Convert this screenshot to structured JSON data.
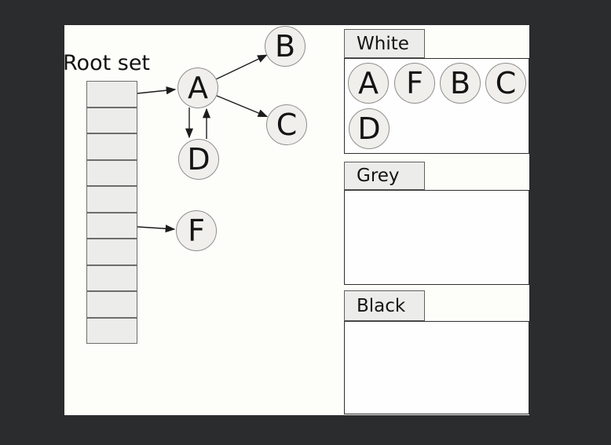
{
  "diagram": {
    "root_set": {
      "label": "Root set",
      "cell_count": 10,
      "pointer_cells": [
        1,
        6
      ]
    },
    "graph": {
      "nodes": [
        {
          "id": "A",
          "label": "A"
        },
        {
          "id": "B",
          "label": "B"
        },
        {
          "id": "C",
          "label": "C"
        },
        {
          "id": "D",
          "label": "D"
        },
        {
          "id": "F",
          "label": "F"
        }
      ],
      "edges": [
        {
          "from": "root-cell-1",
          "to": "A"
        },
        {
          "from": "root-cell-6",
          "to": "F"
        },
        {
          "from": "A",
          "to": "B"
        },
        {
          "from": "A",
          "to": "C"
        },
        {
          "from": "A",
          "to": "D"
        },
        {
          "from": "D",
          "to": "A"
        }
      ]
    },
    "sets": [
      {
        "label": "White",
        "items": [
          "A",
          "F",
          "B",
          "C",
          "D"
        ]
      },
      {
        "label": "Grey",
        "items": []
      },
      {
        "label": "Black",
        "items": []
      }
    ],
    "colors": {
      "background": "#2b2c2e",
      "canvas": "#fdfdfa",
      "fill_light_grey": "#ececea",
      "node_fill": "#f0efec",
      "edge_line": "#1c1c1c",
      "box_border": "#2f2f2f"
    }
  }
}
